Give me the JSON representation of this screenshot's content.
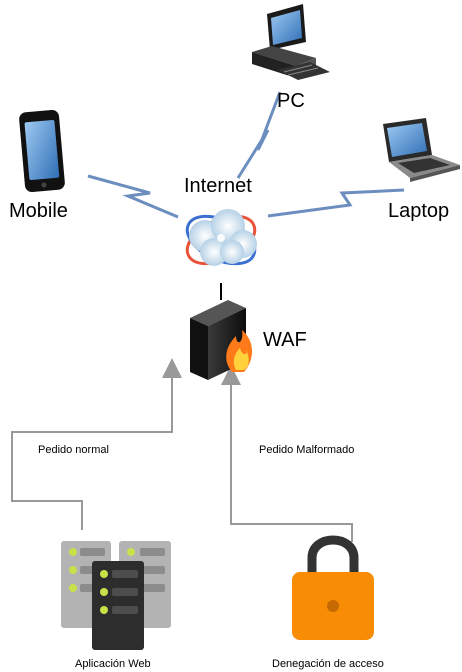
{
  "nodes": {
    "pc": {
      "label": "PC",
      "icon": "desktop-pc-icon"
    },
    "mobile": {
      "label": "Mobile",
      "icon": "smartphone-icon"
    },
    "laptop": {
      "label": "Laptop",
      "icon": "laptop-icon"
    },
    "internet": {
      "label": "Internet",
      "icon": "internet-cloud-icon"
    },
    "waf": {
      "label": "WAF",
      "icon": "firewall-icon"
    },
    "web_app": {
      "label": "Aplicación Web",
      "icon": "server-rack-icon"
    },
    "access_denied": {
      "label": "Denegación de acceso",
      "icon": "padlock-icon"
    }
  },
  "edges": {
    "normal_request": {
      "label": "Pedido normal"
    },
    "malformed_request": {
      "label": "Pedido Malformado"
    }
  },
  "colors": {
    "wireless_link": "#6c8ebf",
    "connector": "#999999",
    "padlock": "#f98c05",
    "server_body": "#b3b3b3",
    "server_dark": "#2d2d2d",
    "led": "#c8e04a"
  }
}
